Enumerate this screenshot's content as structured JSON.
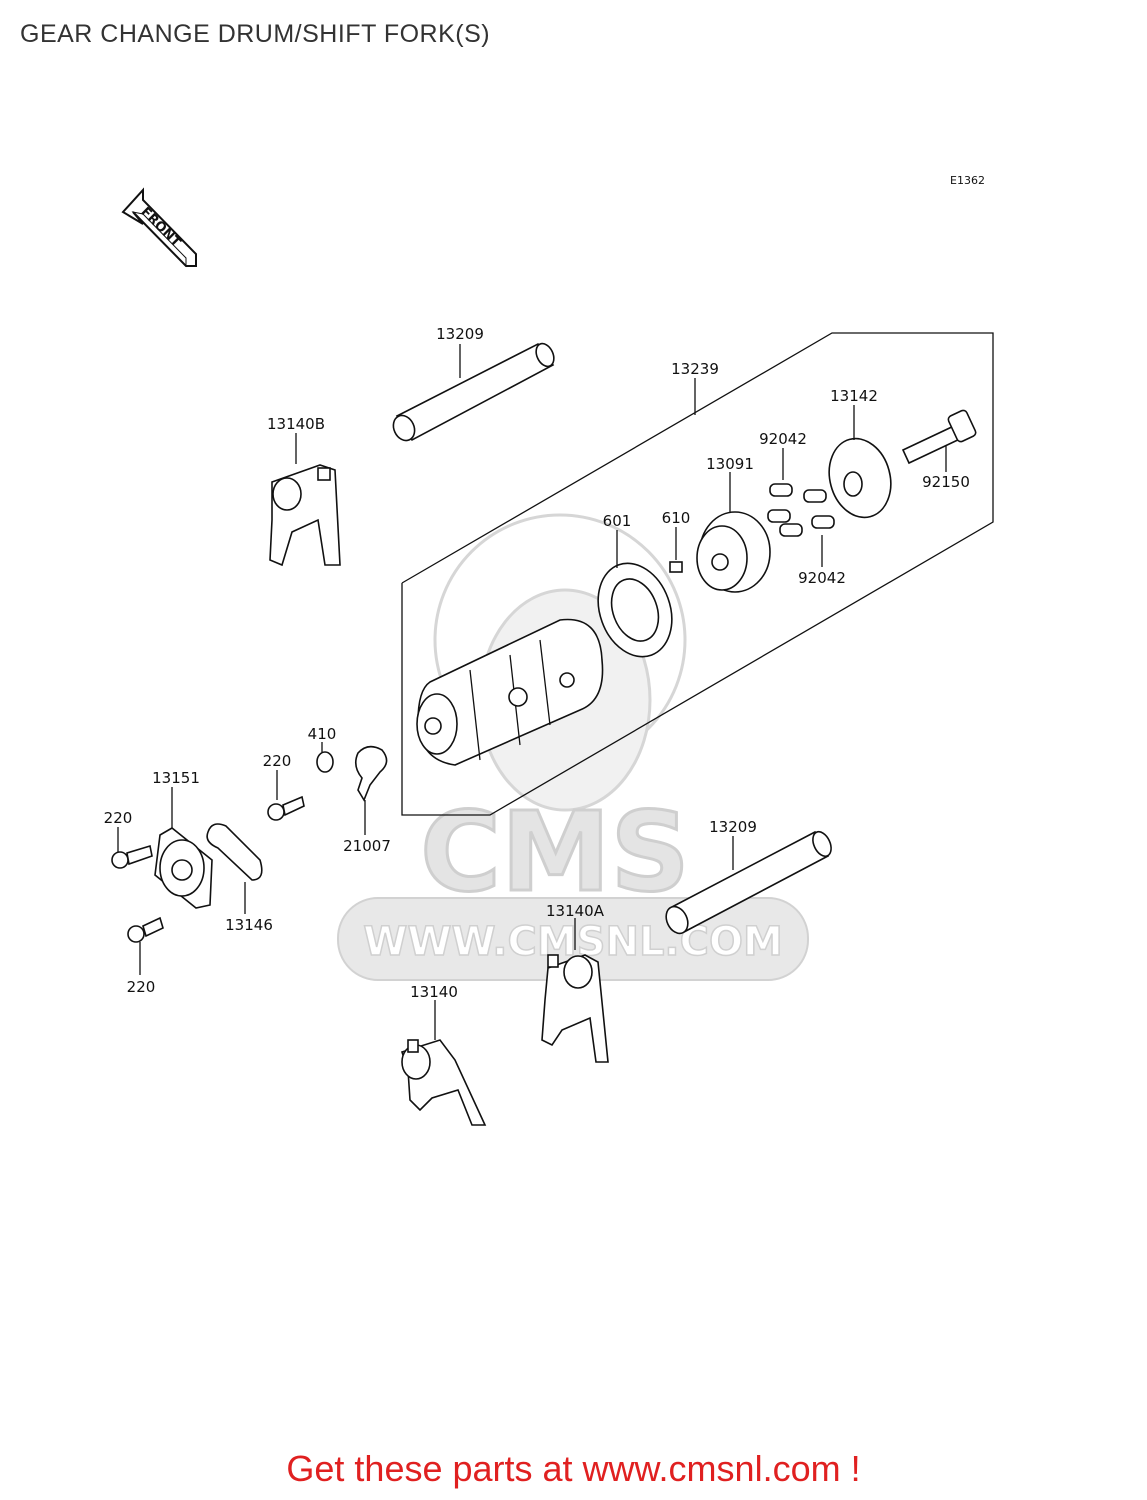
{
  "title": "GEAR CHANGE DRUM/SHIFT FORK(S)",
  "diagram_code": "E1362",
  "front_label": "FRONT",
  "watermark": {
    "brand": "CMS",
    "url": "WWW.CMSNL.COM"
  },
  "parts": [
    {
      "id": "13209-top",
      "label": "13209"
    },
    {
      "id": "13239",
      "label": "13239"
    },
    {
      "id": "13142",
      "label": "13142"
    },
    {
      "id": "13140B",
      "label": "13140B"
    },
    {
      "id": "92042-top",
      "label": "92042"
    },
    {
      "id": "13091",
      "label": "13091"
    },
    {
      "id": "92150",
      "label": "92150"
    },
    {
      "id": "601",
      "label": "601"
    },
    {
      "id": "610",
      "label": "610"
    },
    {
      "id": "92042-bottom",
      "label": "92042"
    },
    {
      "id": "410",
      "label": "410"
    },
    {
      "id": "220-a",
      "label": "220"
    },
    {
      "id": "13151",
      "label": "13151"
    },
    {
      "id": "220-b",
      "label": "220"
    },
    {
      "id": "21007",
      "label": "21007"
    },
    {
      "id": "13146",
      "label": "13146"
    },
    {
      "id": "13209-bottom",
      "label": "13209"
    },
    {
      "id": "220-c",
      "label": "220"
    },
    {
      "id": "13140A",
      "label": "13140A"
    },
    {
      "id": "13140",
      "label": "13140"
    }
  ],
  "footer": {
    "text": "Get these parts at www.cmsnl.com !",
    "color": "#e02020"
  }
}
